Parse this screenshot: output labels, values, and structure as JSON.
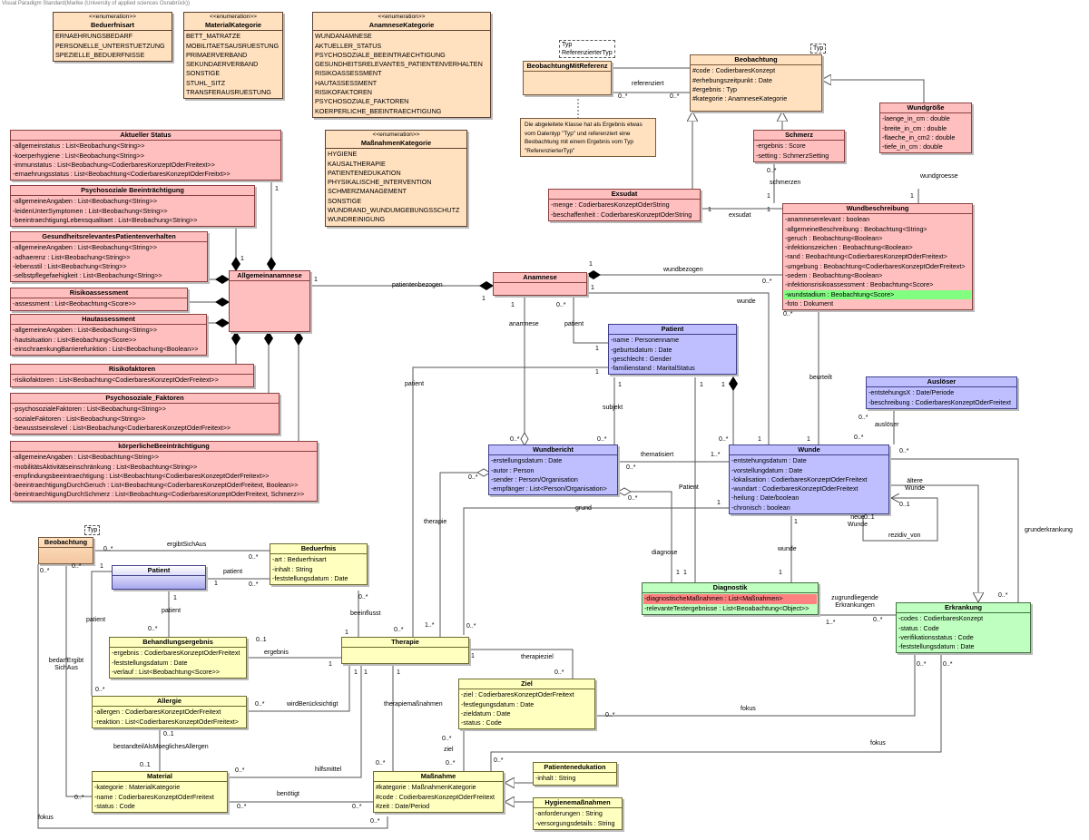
{
  "header": "Visual Paradigm Standard(Marike (University of applied sciences Osnabrück))",
  "colors": {
    "enumeration": "#ffe0bf",
    "anamnese": "#ffbfbf",
    "wunde": "#bfbfff",
    "diagnostik": "#bfffbf",
    "therapie": "#ffffbf",
    "highlight_green": "#80ff80",
    "highlight_red": "#ff8080"
  },
  "classes": {
    "beduerfnisart": {
      "stereotype": "<<enumeration>>",
      "name": "Beduerfnisart",
      "attrs": [
        "ERNAEHRUNGSBEDARF",
        "PERSONELLE_UNTERSTUETZUNG",
        "SPEZIELLE_BEDUERFNISSE"
      ]
    },
    "materialkategorie": {
      "stereotype": "<<enumeration>>",
      "name": "MaterialKategorie",
      "attrs": [
        "BETT_MATRATZE",
        "MOBILITAETSAUSRUESTUNG",
        "PRIMAERVERBAND",
        "SEKUNDAERVERBAND",
        "SONSTIGE",
        "STUHL_SITZ",
        "TRANSFERAUSRUESTUNG"
      ]
    },
    "anamnesekategorie": {
      "stereotype": "<<enumeration>>",
      "name": "AnamneseKategorie",
      "attrs": [
        "WUNDANAMNESE",
        "AKTUELLER_STATUS",
        "PSYCHOSOZIALE_BEEINTRAECHTIGUNG",
        "GESUNDHEITSRELEVANTES_PATIENTENVERHALTEN",
        "RISIKOASSESSMENT",
        "HAUTASSESSMENT",
        "RISIKOFAKTOREN",
        "PSYCHOSOZIALE_FAKTOREN",
        "KOERPERLICHE_BEEINTRAECHTIGUNG"
      ]
    },
    "massnahmenkategorie": {
      "stereotype": "<<enumeration>>",
      "name": "MaßnahmenKategorie",
      "attrs": [
        "HYGIENE",
        "KAUSALTHERAPIE",
        "PATIENTENEDUKATION",
        "PHYSIKALISCHE_INTERVENTION",
        "SCHMERZMANAGEMENT",
        "SONSTIGE",
        "WUNDRAND_WUNDUMGEBUNGSSCHUTZ",
        "WUNDREINIGUNG"
      ]
    },
    "aktuellerstatus": {
      "name": "Aktueller Status",
      "attrs": [
        "-allgemeinstatus : List<Beobachung<String>>",
        "-koerperhygiene : List<Beobachung<String>>",
        "-immunstatus : List<Beobachung<CodierbaresKonzeptOderFreitext>>",
        "-ernaehrungsstatus : List<Beobachtung<CodierbaresKonzeptOderFreitxt>>"
      ]
    },
    "psychobeeintr": {
      "name": "Psychosoziale Beeinträchtigung",
      "attrs": [
        "-allgemeineAngaben : List<Beobachung<String>>",
        "-leidenUnterSymptomen : List<Beobachung<String>>",
        "-beeintraechtigungLebensqualitaet : List<Beobachung<String>>"
      ]
    },
    "gesundheitsverhalten": {
      "name": "GesundheitsrelevantesPatientenverhalten",
      "attrs": [
        "-allgemeineAngaben : List<Beobachung<String>>",
        "-adhaerenz : List<Beobachung<String>>",
        "-lebensstil : List<Beobachung<String>>",
        "-selbstpflegefaehigkeit : List<Beobachung<String>>"
      ]
    },
    "risikoassessment": {
      "name": "Risikoassessment",
      "attrs": [
        "-assessment : List<Beobachtung<Score>>"
      ]
    },
    "hautassessment": {
      "name": "Hautassessment",
      "attrs": [
        "-allgemeineAngaben : List<Beobachung<String>>",
        "-hautsituation : List<Beobachung<Score>>",
        "-einschraenkungBarrierefunktion : List<Beobachung<Boolean>>"
      ]
    },
    "risikofaktoren": {
      "name": "Risikofaktoren",
      "attrs": [
        "-risikofaktoren : List<Beobachtung<CodierbaresKonzeptOderFreitext>>"
      ]
    },
    "psychofaktoren": {
      "name": "Psychosoziale_Faktoren",
      "attrs": [
        "-psychosozialeFaktoren : List<Beobachung<String>>",
        "-sozialeFaktoren : List<Beobachung<String>>",
        "-bewusstseinslevel : List<Beobachung<CodierbaresKonzeptOderFreitext>>"
      ]
    },
    "koerperlich": {
      "name": "körperlicheBeeinträchtigung",
      "attrs": [
        "-allgemeineAngaben : List<Beobachtung<String>>",
        "-mobilitätsAktivitätseinschränkung : List<Beobachtung<String>>",
        "-empfindungsbeeintraechtigung : List<Beobachtung<CodierbaresKonzeptOderFreitext>>",
        "-beeintraechtigungDurchGeruch : List<Beobachtung<CodierbaresKonzeptOderFreitext, Boolean>>",
        "-beeintraechtigungDurchSchmerz : List<Beobachtung<CodierbaresKonzeptOderFreitext, Schmerz>>"
      ]
    },
    "allgemeinanamnese": {
      "name": "Allgemeinanamnese",
      "attrs": []
    },
    "anamnese": {
      "name": "Anamnese",
      "attrs": []
    },
    "beobachtungmitreferenz": {
      "name": "BeobachtungMitReferenz",
      "attrs": [],
      "type_params": [
        "Typ",
        "ReferenzierterTyp"
      ]
    },
    "beobachtung": {
      "name": "Beobachtung",
      "attrs": [
        "#code : CodierbaresKonzept",
        "#erhebungszeitpunkt : Date",
        "#ergebnis : Typ",
        "#kategorie : AnamneseKategorie"
      ],
      "type_params": [
        "Typ"
      ]
    },
    "wundgroesse": {
      "name": "Wundgröße",
      "attrs": [
        "-laenge_in_cm : double",
        "-breite_in_cm : double",
        "-flaeche_in_cm2 : double",
        "-tiefe_in_cm : double"
      ]
    },
    "schmerz": {
      "name": "Schmerz",
      "attrs": [
        "-ergebnis : Score",
        "-setting : SchmerzSetting"
      ]
    },
    "exsudat": {
      "name": "Exsudat",
      "attrs": [
        "-menge : CodierbaresKonzeptOderString",
        "-beschaffenheit : CodierbaresKonzeptOderString"
      ]
    },
    "wundbeschreibung": {
      "name": "Wundbeschreibung",
      "attrs": [
        "-anamneserelevant : boolean",
        "-allgemeineBeschreibung : Beobachtung<String>",
        "-geruch : Beobachtung<Boolean>",
        "-infektionszeichen : Beobachtung<Boolean>",
        "-rand : Beobachtung<CodierbaresKonzeptOderFreitext>",
        "-umgebung : Beobachtung<CodierbaresKonzeptOderFreitext>",
        "-oedem : Beobachtung<Boolean>",
        "-infektionsrisikoassessment : Beobachtung<Score>",
        "-wundstadium : Beobachtung<Score>",
        "-foto : Dokument"
      ],
      "highlight_index": 8
    },
    "patient": {
      "name": "Patient",
      "attrs": [
        "-name : Personenname",
        "-geburtsdatum : Date",
        "-geschlecht : Gender",
        "-familienstand : MaritalStatus"
      ]
    },
    "ausloeser": {
      "name": "Auslöser",
      "attrs": [
        "-entstehungsX : Date/Periode",
        "-beschreibung : CodierbaresKonzeptOderFreitext"
      ]
    },
    "wundbericht": {
      "name": "Wundbericht",
      "attrs": [
        "-erstellungsdatum : Date",
        "-autor : Person",
        "-sender : Person/Organisation",
        "-empfänger : List<Person/Organisation>"
      ]
    },
    "wunde": {
      "name": "Wunde",
      "attrs": [
        "-entstehungsdatum : Date",
        "-vorstellungdatum : Date",
        "-lokalisation : CodierbaresKonzeptOderFreitext",
        "-wundart : CodierbaresKonzeptOderFreitext",
        "-heilung : Date/boolean",
        "-chronisch : boolean"
      ]
    },
    "diagnostik": {
      "name": "Diagnostik",
      "attrs": [
        "-diagnostischeMaßnahmen : List<Maßnahmen>",
        "-relevanteTestergebnisse : List<Beoabachtung<Object>>"
      ],
      "highlight_index": 0
    },
    "erkrankung": {
      "name": "Erkrankung",
      "attrs": [
        "-codes : CodierbaresKonzept",
        "-status : Code",
        "-verifikationsstatus : Code",
        "-feststellungsdatum : Date"
      ]
    },
    "beobachtung2": {
      "name": "Beobachtung",
      "attrs": [],
      "type_params": [
        "Typ"
      ]
    },
    "patient2": {
      "name": "Patient",
      "attrs": []
    },
    "beduerfnis": {
      "name": "Beduerfnis",
      "attrs": [
        "-art : Beduerfnisart",
        "-inhalt : String",
        "-feststellungsdatum : Date"
      ]
    },
    "behandlungsergebnis": {
      "name": "Behandlungsergebnis",
      "attrs": [
        "-ergebnis : CodierbaresKonzeptOderFreitext",
        "-feststellungsdatum : Date",
        "-verlauf : List<Beobachtung<Score>>"
      ]
    },
    "therapie": {
      "name": "Therapie",
      "attrs": []
    },
    "allergie": {
      "name": "Allergie",
      "attrs": [
        "-allergen : CodierbaresKonzeptOderFreitext",
        "-reaktion : List<CodierbaresKonzeptOderFreitext>"
      ]
    },
    "ziel": {
      "name": "Ziel",
      "attrs": [
        "-ziel : CodierbaresKonzeptOderFreitext",
        "-festlegungsdatum : Date",
        "-zieldatum : Date",
        "-status : Code"
      ]
    },
    "material": {
      "name": "Material",
      "attrs": [
        "-kategorie : MaterialKategorie",
        "-name : CodierbaresKonzeptOderFreitext",
        "-status : Code"
      ]
    },
    "massnahme": {
      "name": "Maßnahme",
      "attrs": [
        "#kategorie : MaßnahmenKategorie",
        "#code : CodierbaresKonzeptOderFreitext",
        "#zeit : Date/Period"
      ]
    },
    "patientenedukation": {
      "name": "Patientenedukation",
      "attrs": [
        "-inhalt : String"
      ]
    },
    "hygienemassnahmen": {
      "name": "Hygienemaßnahmen",
      "attrs": [
        "-anforderungen : String",
        "-versorgungsdetails : String"
      ]
    }
  },
  "note": "Die abgeleitete Klasse hat als Ergebnis etwas vom Datentyp \"Typ\" und referenziert eine Beobachtung mit einem Ergebnis vom Typ \"ReferenzierterTyp\"",
  "labels": {
    "referenziert": "referenziert",
    "patientenbezogen": "patientenbezogen",
    "wundbezogen": "wundbezogen",
    "wunde": "wunde",
    "anamnese": "anamnese",
    "patient": "patient",
    "exsudat": "exsudat",
    "schmerzen": "schmerzen",
    "wundgroesse": "wundgroesse",
    "beurteilt": "beurteilt",
    "ausloeser": "auslöser",
    "subjekt": "subjekt",
    "thematisiert": "thematisiert",
    "Patient": "Patient",
    "grund": "grund",
    "therapie": "therapie",
    "diagnose": "diagnose",
    "aeltere_wunde": "ältere Wunde",
    "neue_wunde": "neue Wunde",
    "rezidiv_von": "rezidiv_von",
    "grunderkrankung": "grunderkrankung",
    "zugrundliegende": "zugrundliegende Erkrankungen",
    "ergibtSichAus": "ergibtSichAus",
    "beeinflusst": "beeinflusst",
    "ergebnis": "ergebnis",
    "bedarfErgibtSichAus": "bedarfErgibt SichAus",
    "wirdBeruecksichtigt": "wirdBerücksichtigt",
    "therapieziel": "therapieziel",
    "therapiemassnahmen": "therapiemaßnahmen",
    "fokus": "fokus",
    "bestandteil": "bestandteilAlsMoeglichesAllergen",
    "hilfsmittel": "hilfsmittel",
    "benoetigt": "benötigt",
    "ziel": "ziel"
  },
  "multiplicities": {
    "one": "1",
    "many": "0..*",
    "one_many": "1..*",
    "opt": "0..1"
  }
}
